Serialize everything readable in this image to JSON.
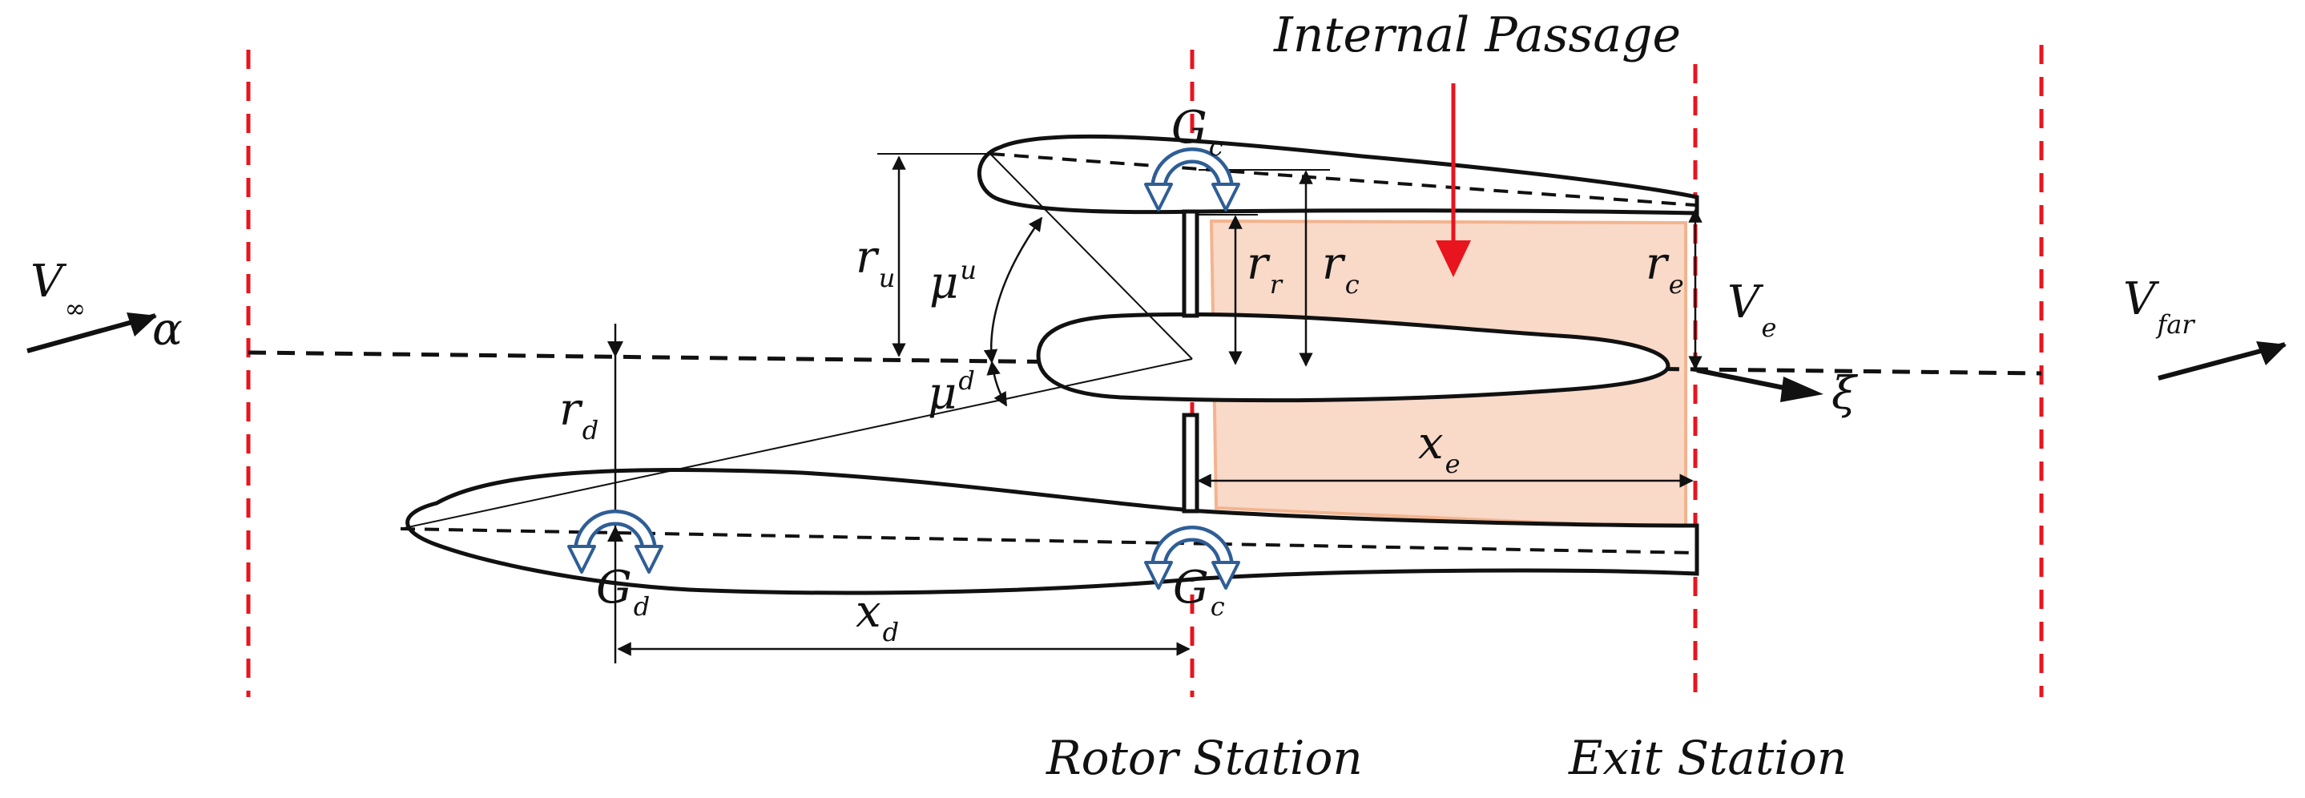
{
  "title": "Internal Passage",
  "stations": {
    "rotor": "Rotor Station",
    "exit": "Exit Station"
  },
  "symbols": {
    "v_inf": {
      "main": "V",
      "sub": "∞"
    },
    "alpha": "α",
    "v_far": {
      "main": "V",
      "sub": "far"
    },
    "v_e": {
      "main": "V",
      "sub": "e"
    },
    "xi": "ξ",
    "r_u": {
      "main": "r",
      "sub": "u"
    },
    "r_d": {
      "main": "r",
      "sub": "d"
    },
    "r_r": {
      "main": "r",
      "sub": "r"
    },
    "r_c": {
      "main": "r",
      "sub": "c"
    },
    "r_e": {
      "main": "r",
      "sub": "e"
    },
    "mu_u": {
      "main": "μ",
      "sup": "u"
    },
    "mu_d": {
      "main": "μ",
      "sup": "d"
    },
    "x_e": {
      "main": "x",
      "sub": "e"
    },
    "x_d": {
      "main": "x",
      "sub": "d"
    },
    "g_c_top": {
      "main": "G",
      "sub": "c"
    },
    "g_c_bottom": {
      "main": "G",
      "sub": "c"
    },
    "g_d": {
      "main": "G",
      "sub": "d"
    }
  },
  "colors": {
    "station_line": "#e8141e",
    "passage_fill": "#f9d9c8",
    "passage_edge": "#f2b48f",
    "vortex_arrow": "#2f5e96",
    "ink": "#111111"
  },
  "icons": [
    "circulation-arrow-icon",
    "flow-arrow-icon"
  ]
}
